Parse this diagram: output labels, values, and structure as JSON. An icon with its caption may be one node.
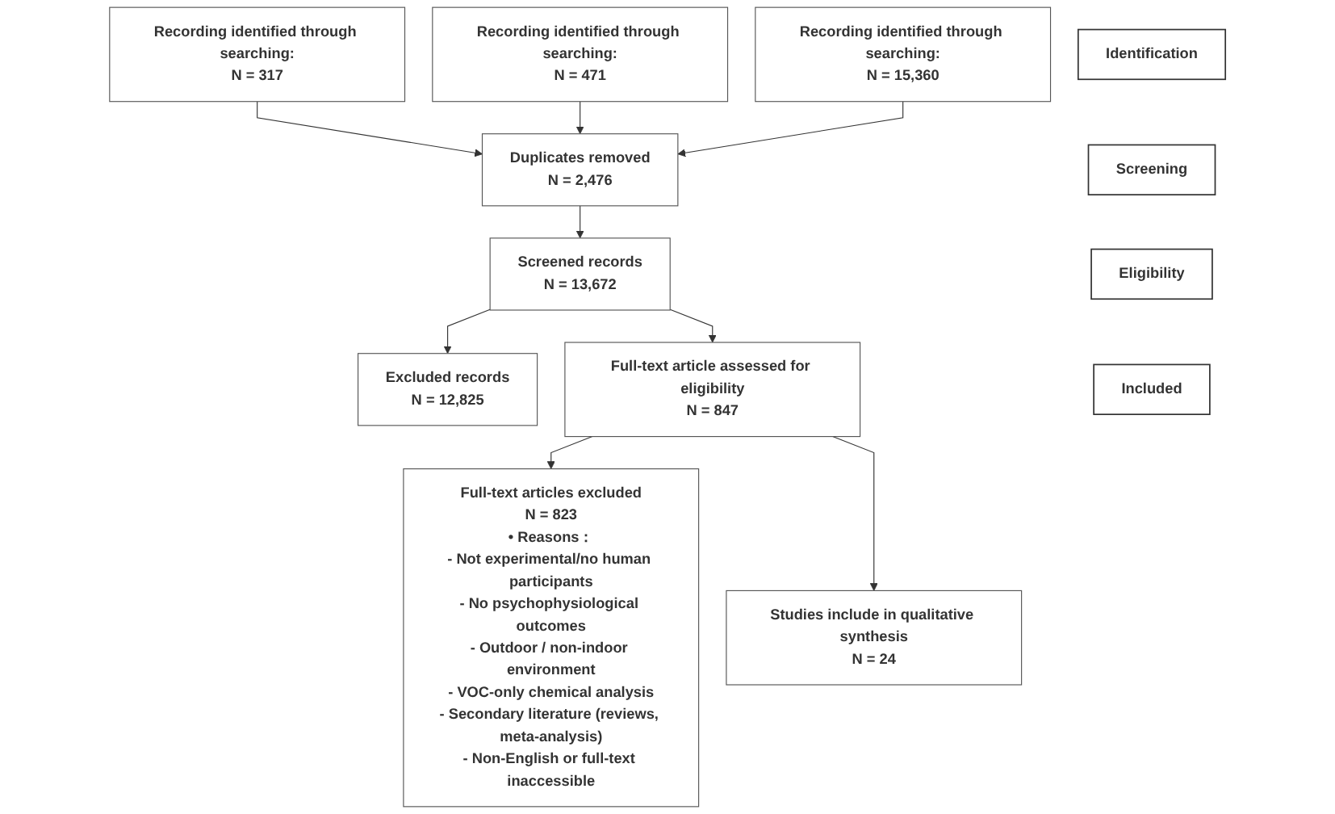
{
  "diagram": {
    "nodes": [
      {
        "text": [
          "Identification"
        ]
      },
      {
        "text": [
          "Recording identified through searching:",
          "N = 317"
        ]
      },
      {
        "text": [
          "Recording identified through searching:",
          "N = 471"
        ]
      },
      {
        "text": [
          "Recording identified through searching:",
          "N = 15,360"
        ]
      },
      {
        "text": [
          "Screening"
        ]
      },
      {
        "text": [
          "Duplicates removed",
          "N = 2,476"
        ]
      },
      {
        "text": [
          "Screened records",
          "N = 13,672"
        ]
      },
      {
        "text": [
          "Excluded records",
          "N = 12,825"
        ]
      },
      {
        "text": [
          "Eligibility"
        ]
      },
      {
        "text": [
          "Full-text article assessed for eligibility",
          "N = 847"
        ]
      },
      {
        "text": [
          "Full-text articles excluded",
          "N = 823",
          "• Reasons：",
          "- Not experimental/no human participants",
          "- No psychophysiological outcomes",
          "- Outdoor / non-indoor environment",
          "- VOC-only chemical analysis",
          "- Secondary literature (reviews, meta-analysis)",
          "- Non-English or full-text inaccessible"
        ]
      },
      {
        "text": [
          "Included"
        ]
      },
      {
        "text": [
          "Studies include in qualitative synthesis",
          "N = 24"
        ]
      }
    ],
    "edges": [
      {
        "from": 1,
        "to": 5,
        "arrow": "to"
      },
      {
        "from": 2,
        "to": 5,
        "arrow": "to"
      },
      {
        "from": 3,
        "to": 5,
        "arrow": "to"
      },
      {
        "from": 5,
        "to": 6,
        "arrow": "to"
      },
      {
        "from": 6,
        "to": 7,
        "arrow": "to"
      },
      {
        "from": 6,
        "to": 9,
        "arrow": "to"
      },
      {
        "from": 9,
        "to": 10,
        "arrow": "to"
      },
      {
        "from": 9,
        "to": 12,
        "arrow": "to"
      }
    ]
  }
}
